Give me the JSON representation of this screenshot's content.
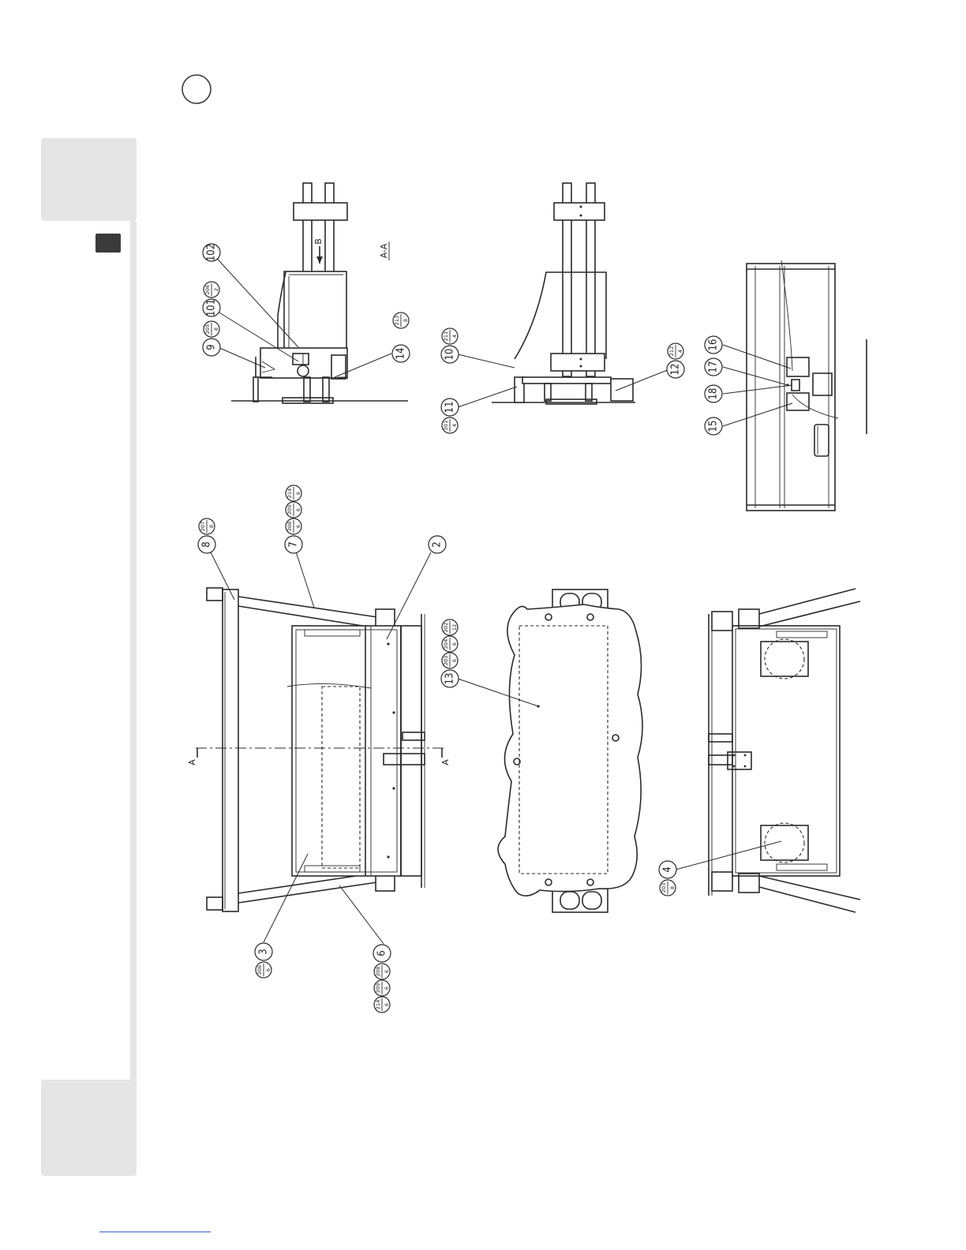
{
  "section_label": "A-A",
  "view_arrow_label": "B",
  "section_marks": [
    "A",
    "A"
  ],
  "callouts": {
    "c102": {
      "main": "102"
    },
    "c101": {
      "main": "101",
      "sub": [
        "206",
        "2"
      ]
    },
    "c9": {
      "main": "9",
      "sub": [
        "205",
        "8"
      ]
    },
    "c14": {
      "main": "14",
      "sub": [
        "213",
        "8"
      ]
    },
    "c10": {
      "main": "10",
      "sub": [
        "211",
        "4"
      ]
    },
    "c11": {
      "main": "11",
      "sub": [
        "201",
        "4"
      ]
    },
    "c12": {
      "main": "12",
      "sub": [
        "212",
        "4"
      ]
    },
    "c16": {
      "main": "16"
    },
    "c17": {
      "main": "17"
    },
    "c18": {
      "main": "18"
    },
    "c15": {
      "main": "15"
    },
    "c8": {
      "main": "8",
      "sub": [
        "207",
        "8"
      ]
    },
    "c7": {
      "main": "7",
      "sub": [
        "208",
        "6",
        "209",
        "6",
        "214",
        "6"
      ]
    },
    "c2": {
      "main": "2"
    },
    "c13": {
      "main": "13",
      "sub": [
        "203",
        "6",
        "204",
        "6",
        "202",
        "12"
      ]
    },
    "c3": {
      "main": "3",
      "sub": [
        "206",
        "6"
      ]
    },
    "c6": {
      "main": "6",
      "sub": [
        "208",
        "6",
        "209",
        "6",
        "214",
        "6"
      ]
    },
    "c4": {
      "main": "4",
      "sub": [
        "203",
        "8"
      ]
    }
  }
}
